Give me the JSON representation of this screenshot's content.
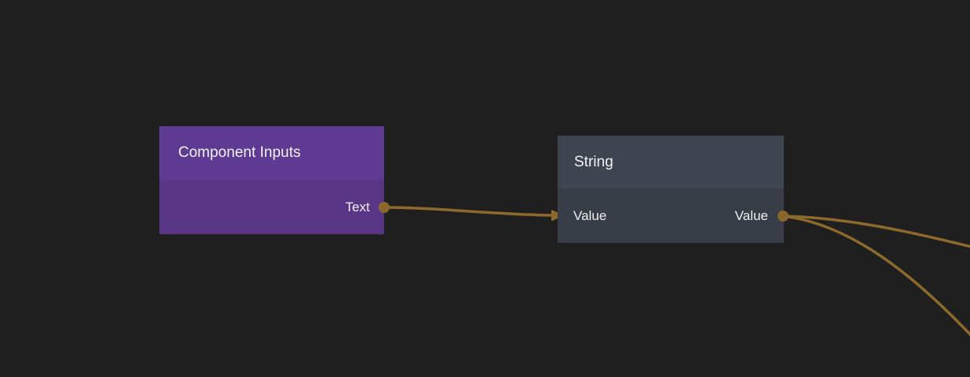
{
  "canvas": {
    "background_color": "#1f1f20",
    "wire_color": "#8d6a2c",
    "port_dot_color": "#8a672b"
  },
  "nodes": [
    {
      "id": "component-inputs",
      "title": "Component Inputs",
      "header_color": "#5e3a93",
      "body_color": "#583585",
      "inputs": [],
      "outputs": [
        {
          "label": "Text"
        }
      ]
    },
    {
      "id": "string",
      "title": "String",
      "header_color": "#3f4451",
      "body_color": "#383d48",
      "inputs": [
        {
          "label": "Value"
        }
      ],
      "outputs": [
        {
          "label": "Value"
        }
      ]
    }
  ],
  "edges": [
    {
      "from": "component-inputs.Text",
      "to": "string.Value"
    },
    {
      "from": "string.Value",
      "to": "offscreen-right-upper"
    },
    {
      "from": "string.Value",
      "to": "offscreen-right-lower"
    }
  ]
}
